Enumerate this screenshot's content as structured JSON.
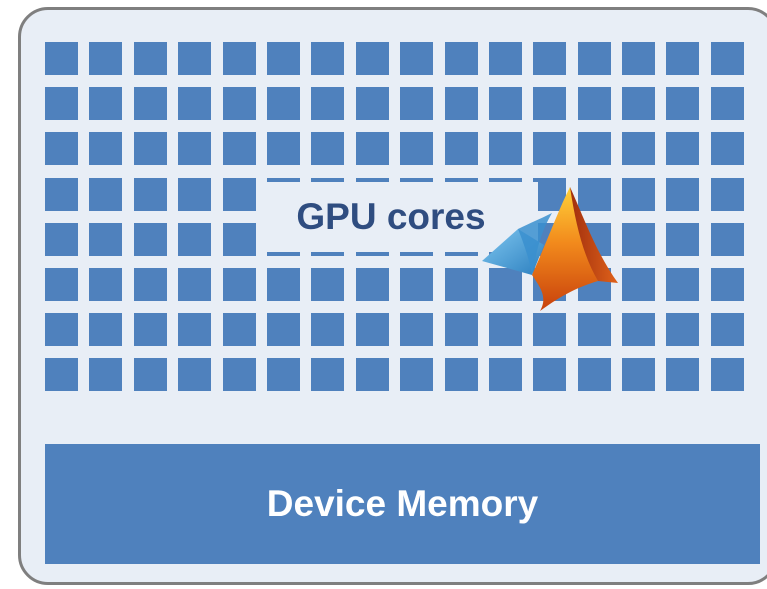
{
  "diagram": {
    "cores_label": "GPU cores",
    "memory_label": "Device Memory",
    "core_grid": {
      "rows": 8,
      "columns": 16
    },
    "colors": {
      "core": "#4f81bd",
      "memory_block": "#4f81bd",
      "panel_background": "#e8eef6",
      "panel_border": "#7f7f7f",
      "cores_label_text": "#2f4d80",
      "memory_label_text": "#ffffff"
    },
    "logo": "matlab-membrane-logo"
  }
}
